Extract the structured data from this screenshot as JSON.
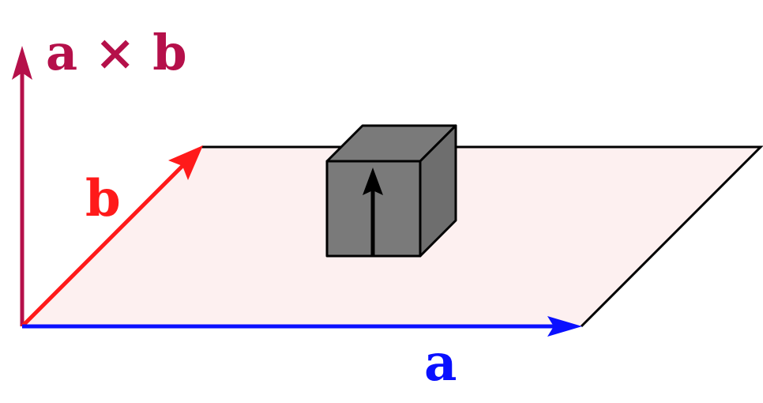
{
  "labels": {
    "cross_product": "a × b",
    "vector_b": "b",
    "vector_a": "a"
  },
  "colors": {
    "cross_product": "#b5104a",
    "vector_b": "#ff1a1a",
    "vector_a": "#0a10ff",
    "plane_fill": "#fdf0f0",
    "plane_edge": "#000000",
    "cube_front": "#7a7a7a",
    "cube_top": "#7a7a7a",
    "cube_side": "#6e6e6e",
    "cube_arrow": "#000000"
  }
}
